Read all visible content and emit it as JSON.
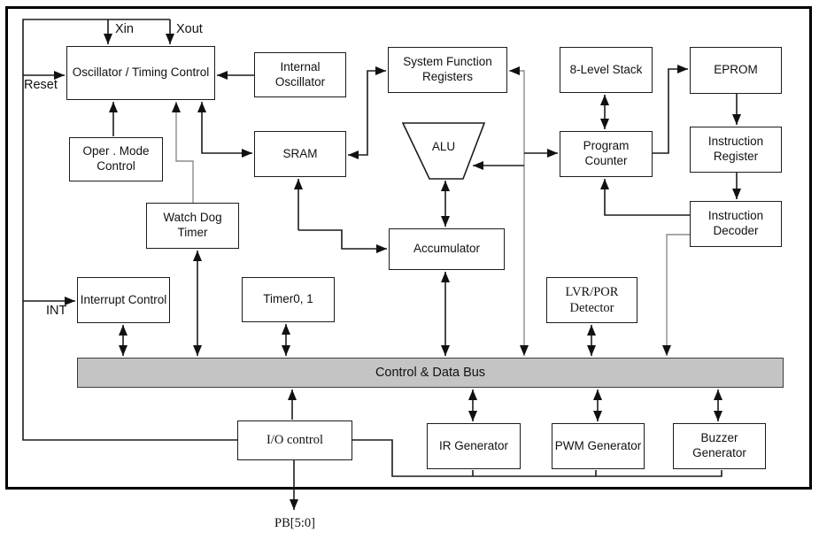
{
  "diagram": {
    "bus_label": "Control & Data Bus",
    "pins": {
      "xin": "Xin",
      "xout": "Xout",
      "reset": "Reset",
      "int": "INT",
      "pb": "PB[5:0]"
    },
    "blocks": {
      "oscillator_timing": "Oscillator / Timing Control",
      "internal_oscillator": "Internal Oscillator",
      "system_function_registers": "System Function Registers",
      "stack": "8-Level Stack",
      "eprom": "EPROM",
      "oper_mode_control": "Oper . Mode Control",
      "sram": "SRAM",
      "program_counter": "Program Counter",
      "instruction_register": "Instruction Register",
      "watch_dog_timer": "Watch Dog Timer",
      "instruction_decoder": "Instruction Decoder",
      "alu": "ALU",
      "accumulator": "Accumulator",
      "interrupt_control": "Interrupt Control",
      "timer": "Timer0, 1",
      "lvr_por_detector": "LVR/POR Detector",
      "io_control": "I/O control",
      "ir_generator": "IR Generator",
      "pwm_generator": "PWM Generator",
      "buzzer_generator": "Buzzer Generator"
    },
    "colors": {
      "bus_fill": "#c4c4c4",
      "line": "#1c1c1c",
      "line_gray": "#8c8c8c",
      "frame": "#000000"
    }
  }
}
